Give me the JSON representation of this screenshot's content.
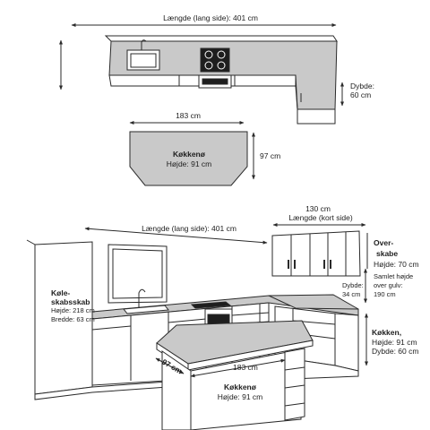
{
  "top_view": {
    "length_label": "Længde (lang side): 401 cm",
    "depth_label": "Dybde:",
    "depth_value": "60 cm"
  },
  "island_top": {
    "width_label": "183 cm",
    "depth_label": "97 cm",
    "name": "Køkkenø",
    "height": "Højde: 91 cm"
  },
  "front_view": {
    "length_label": "Længde (lang side): 401 cm",
    "short_width": "130 cm",
    "short_label": "Længde (kort side)",
    "upper_title_1": "Over-",
    "upper_title_2": "skabe",
    "upper_height": "Højde: 70 cm",
    "upper_total_1": "Samlet højde",
    "upper_total_2": "over gulv:",
    "upper_total_3": "190 cm",
    "upper_depth_1": "Dybde:",
    "upper_depth_2": "34 cm",
    "fridge_title_1": "Køle-",
    "fridge_title_2": "skabsskab",
    "fridge_height": "Højde: 218 cm",
    "fridge_width": "Bredde: 63 cm",
    "kitchen_title": "Køkken,",
    "kitchen_height": "Højde: 91 cm",
    "kitchen_depth": "Dybde: 60 cm",
    "island_depth": "97 cm",
    "island_width": "183 cm",
    "island_name": "Køkkenø",
    "island_height": "Højde: 91 cm"
  },
  "colors": {
    "line": "#2a2a2a",
    "fill": "#c9c9c9",
    "fill_light": "#efefef",
    "white": "#ffffff"
  }
}
